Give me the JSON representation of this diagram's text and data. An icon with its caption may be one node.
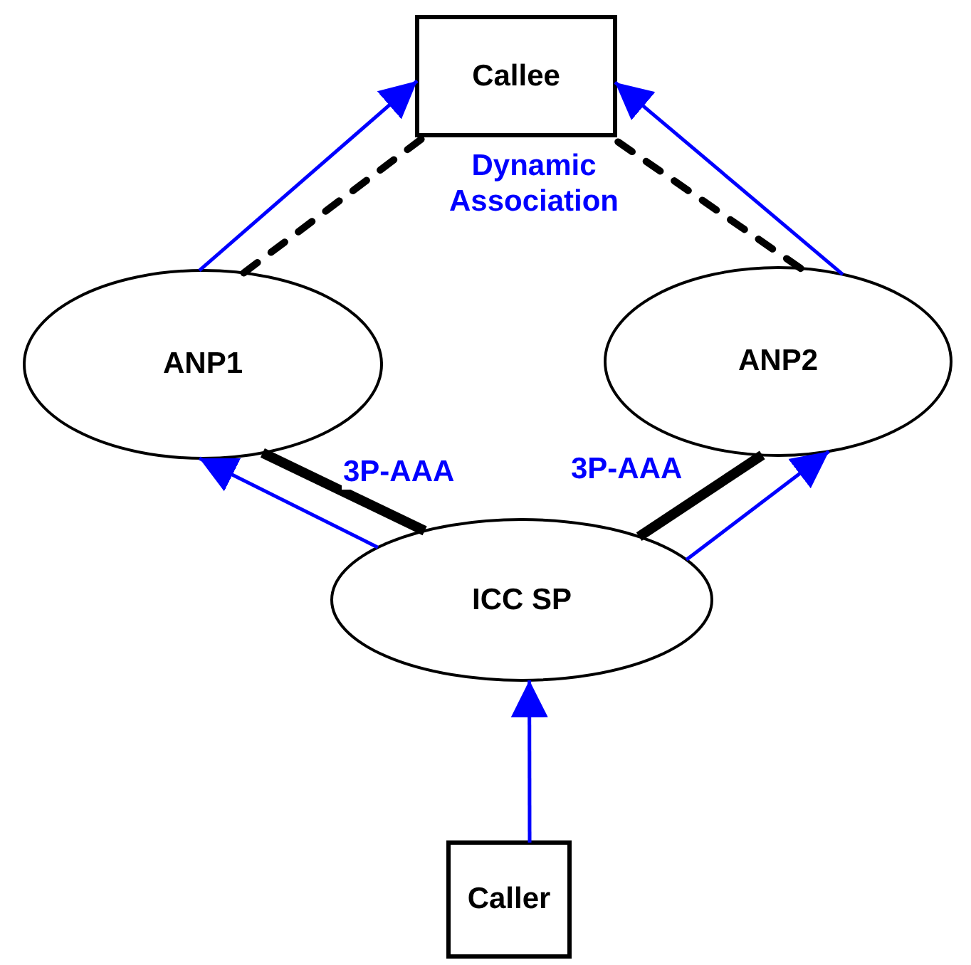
{
  "diagram": {
    "nodes": [
      {
        "text": [
          "Callee"
        ]
      },
      {
        "text": [
          "ANP1"
        ]
      },
      {
        "text": [
          "ANP2"
        ]
      },
      {
        "text": [
          "ICC SP"
        ]
      },
      {
        "text": [
          "Caller"
        ]
      }
    ],
    "edges": [
      {
        "from": 1,
        "to": 0,
        "arrow": "to"
      },
      {
        "from": 1,
        "to": 0,
        "arrow": "none",
        "style": "dashed",
        "color": "#000000"
      },
      {
        "from": 2,
        "to": 0,
        "arrow": "to"
      },
      {
        "from": 2,
        "to": 0,
        "arrow": "none",
        "style": "dashed",
        "color": "#000000"
      },
      {
        "from": 3,
        "to": 1,
        "arrow": "to"
      },
      {
        "from": 3,
        "to": 1,
        "arrow": "none",
        "style": "thick",
        "color": "#000000",
        "label": "3P-AAA"
      },
      {
        "from": 3,
        "to": 2,
        "arrow": "to"
      },
      {
        "from": 3,
        "to": 2,
        "arrow": "none",
        "style": "thick",
        "color": "#000000",
        "label": "3P-AAA"
      },
      {
        "from": 4,
        "to": 3,
        "arrow": "to"
      }
    ],
    "labels": [
      "Dynamic Association"
    ]
  }
}
